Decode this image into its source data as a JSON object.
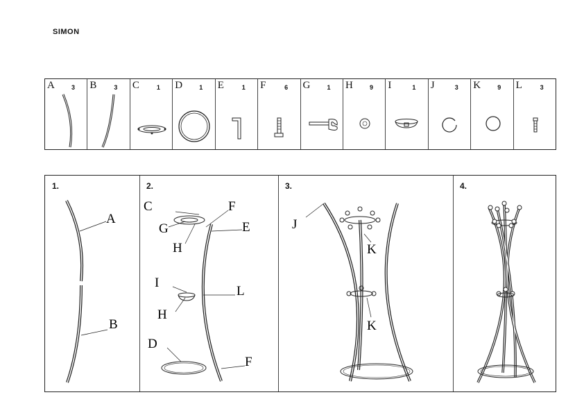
{
  "title": "SIMON",
  "parts": [
    {
      "letter": "A",
      "qty": "3",
      "icon": "curved-tube-icon"
    },
    {
      "letter": "B",
      "qty": "3",
      "icon": "curved-tube-icon"
    },
    {
      "letter": "C",
      "qty": "1",
      "icon": "top-hub-icon"
    },
    {
      "letter": "D",
      "qty": "1",
      "icon": "base-ring-icon"
    },
    {
      "letter": "E",
      "qty": "1",
      "icon": "allen-key-icon"
    },
    {
      "letter": "F",
      "qty": "6",
      "icon": "bolt-icon"
    },
    {
      "letter": "G",
      "qty": "1",
      "icon": "wrench-icon"
    },
    {
      "letter": "H",
      "qty": "9",
      "icon": "washer-icon"
    },
    {
      "letter": "I",
      "qty": "1",
      "icon": "middle-hub-icon"
    },
    {
      "letter": "J",
      "qty": "3",
      "icon": "end-cap-icon"
    },
    {
      "letter": "K",
      "qty": "9",
      "icon": "hook-ball-icon"
    },
    {
      "letter": "L",
      "qty": "3",
      "icon": "screw-icon"
    }
  ],
  "steps": [
    {
      "number": "1.",
      "labels": [
        "A",
        "B"
      ]
    },
    {
      "number": "2.",
      "labels": [
        "C",
        "F",
        "G",
        "E",
        "H",
        "I",
        "L",
        "H",
        "D",
        "F"
      ]
    },
    {
      "number": "3.",
      "labels": [
        "J",
        "K",
        "K"
      ]
    },
    {
      "number": "4.",
      "labels": []
    }
  ]
}
